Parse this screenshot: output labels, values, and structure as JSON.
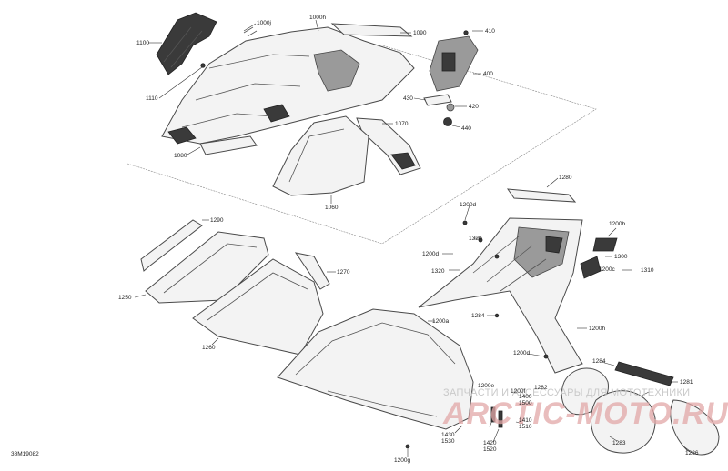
{
  "diagram": {
    "code": "38M19082",
    "watermark_line1": "ЗАПЧАСТИ И АКСЕССУАРЫ ДЛЯ МОТОТЕХНИКИ",
    "watermark_line2": "ARCTIC-MOTO.RU",
    "part_labels": {
      "p1100": "1100",
      "p1000j": "1000j",
      "p1000h": "1000h",
      "p1090": "1090",
      "p410": "410",
      "p400": "400",
      "p1110": "1110",
      "p430": "430",
      "p420": "420",
      "p440": "440",
      "p1070": "1070",
      "p1080": "1080",
      "p1060": "1060",
      "p1280": "1280",
      "p1200d_a": "1200d",
      "p1200b": "1200b",
      "p1320_a": "1320",
      "p1290": "1290",
      "p1200d_b": "1200d",
      "p1300": "1300",
      "p1320_b": "1320",
      "p1200c": "1200c",
      "p1310": "1310",
      "p1270": "1270",
      "p1250": "1250",
      "p1284_a": "1284",
      "p1200h": "1200h",
      "p1200a": "1200a",
      "p1260": "1260",
      "p1200d_c": "1200d",
      "p1284_b": "1284",
      "p1281": "1281",
      "p1200e": "1200e",
      "p1282": "1282",
      "p1200f": "1200f",
      "p1400": "1400",
      "p1500": "1500",
      "p1410": "1410",
      "p1510": "1510",
      "p1430": "1430",
      "p1530": "1530",
      "p1420": "1420",
      "p1520": "1520",
      "p1283": "1283",
      "p1286": "1286",
      "p1200g": "1200g"
    }
  }
}
